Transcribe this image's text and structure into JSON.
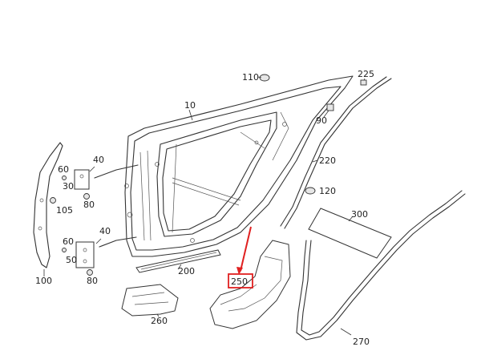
{
  "labels": {
    "p10": "10",
    "p40a": "40",
    "p40b": "40",
    "p50": "50",
    "p60a": "60",
    "p60b": "60",
    "p30": "30",
    "p80a": "80",
    "p80b": "80",
    "p90": "90",
    "p100": "100",
    "p105": "105",
    "p110": "110",
    "p120": "120",
    "p200": "200",
    "p220": "220",
    "p225": "225",
    "p250": "250",
    "p260": "260",
    "p270": "270",
    "p300": "300"
  },
  "highlight": {
    "part": "250",
    "color": "#e02020"
  }
}
